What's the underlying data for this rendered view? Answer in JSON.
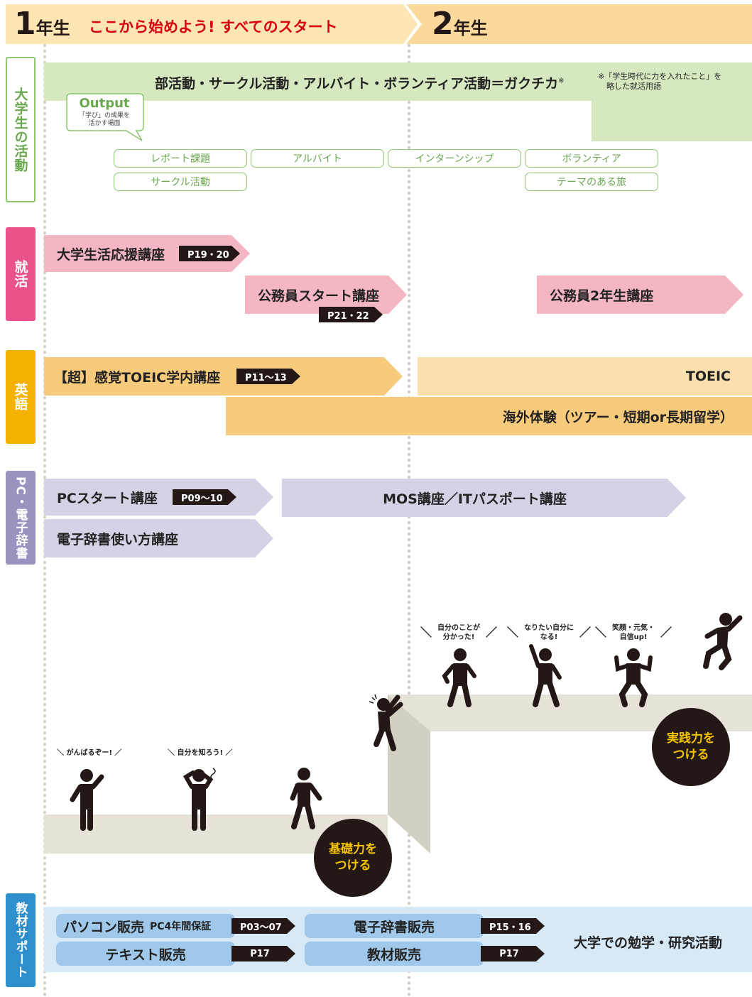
{
  "header": {
    "year1_num": "1",
    "year1_suffix": "年生",
    "slogan": "ここから始めよう! すべてのスタート",
    "year2_num": "2",
    "year2_suffix": "年生"
  },
  "sections": {
    "activities": "大学生の活動",
    "job_hunting": "就活",
    "english": "英語",
    "pc": "PC・電子辞書",
    "materials": "教材サポート"
  },
  "activities": {
    "main_bar": "部活動・サークル活動・アルバイト・ボランティア活動＝ガクチカ",
    "main_bar_mark": "※",
    "footnote_line1": "※「学生時代に力を入れたこと」を",
    "footnote_line2": "略した就活用語",
    "bubble_title": "Output",
    "bubble_line1": "「学び」の成果を",
    "bubble_line2": "活かす場面",
    "items": [
      "レポート課題",
      "アルバイト",
      "インターンシップ",
      "ボランティア",
      "サークル活動",
      "テーマのある旅"
    ]
  },
  "job": {
    "bar1": "大学生活応援講座",
    "bar1_tag": "P19・20",
    "bar2": "公務員スタート講座",
    "bar2_tag": "P21・22",
    "bar3": "公務員2年生講座"
  },
  "english": {
    "bar1": "【超】感覚TOEIC学内講座",
    "bar1_tag": "P11〜13",
    "bar2": "TOEIC",
    "bar3": "海外体験（ツアー・短期or長期留学）"
  },
  "pc": {
    "bar1": "PCスタート講座",
    "bar1_tag": "P09〜10",
    "bar2": "MOS講座／ITパスポート講座",
    "bar3": "電子辞書使い方講座"
  },
  "illustration": {
    "speech1": "がんばるぞー!",
    "speech2": "自分を知ろう!",
    "speech3_l1": "自分のことが",
    "speech3_l2": "分かった!",
    "speech4_l1": "なりたい自分に",
    "speech4_l2": "なる!",
    "speech5_l1": "笑顔・元気・",
    "speech5_l2": "自信up!",
    "circle1_l1": "基礎力を",
    "circle1_l2": "つける",
    "circle2_l1": "実践力を",
    "circle2_l2": "つける"
  },
  "materials": {
    "pc_sales": "パソコン販売",
    "pc_warranty": "PC4年間保証",
    "pc_tag": "P03〜07",
    "text_sales": "テキスト販売",
    "text_tag": "P17",
    "dict_sales": "電子辞書販売",
    "dict_tag": "P15・16",
    "material_sales": "教材販売",
    "material_tag": "P17",
    "goal": "大学での勉学・研究活動"
  },
  "colors": {
    "green": "#d6e8bf",
    "pink": "#e9528a",
    "orange": "#f5b100",
    "purple": "#9b92c0",
    "blue": "#2f8fcd",
    "step": "#e6e2d8",
    "red": "#d7000f"
  }
}
